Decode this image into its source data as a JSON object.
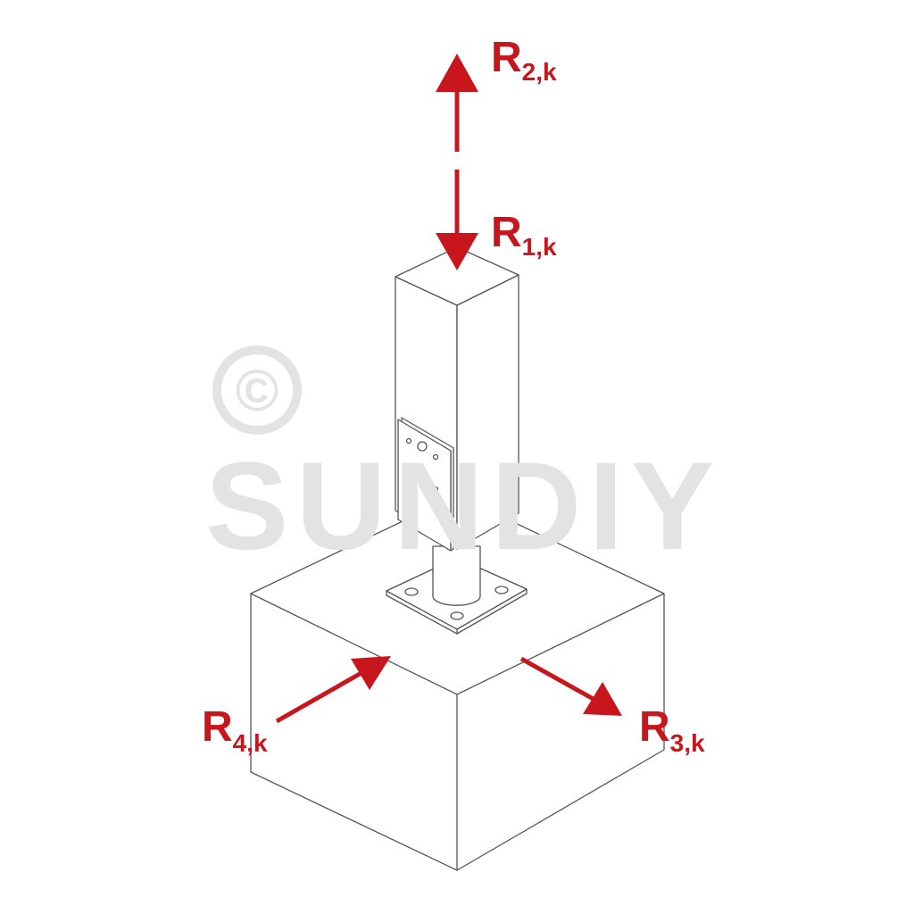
{
  "watermark": {
    "symbol": "©",
    "text": "SUNDIY"
  },
  "forces": [
    {
      "name": "R",
      "sub": "2,k",
      "direction": "up"
    },
    {
      "name": "R",
      "sub": "1,k",
      "direction": "down"
    },
    {
      "name": "R",
      "sub": "4,k",
      "direction": "inward"
    },
    {
      "name": "R",
      "sub": "3,k",
      "direction": "outward"
    }
  ],
  "colors": {
    "force": "#c8161d",
    "watermark": "#e3e3e3",
    "line": "#555555"
  }
}
